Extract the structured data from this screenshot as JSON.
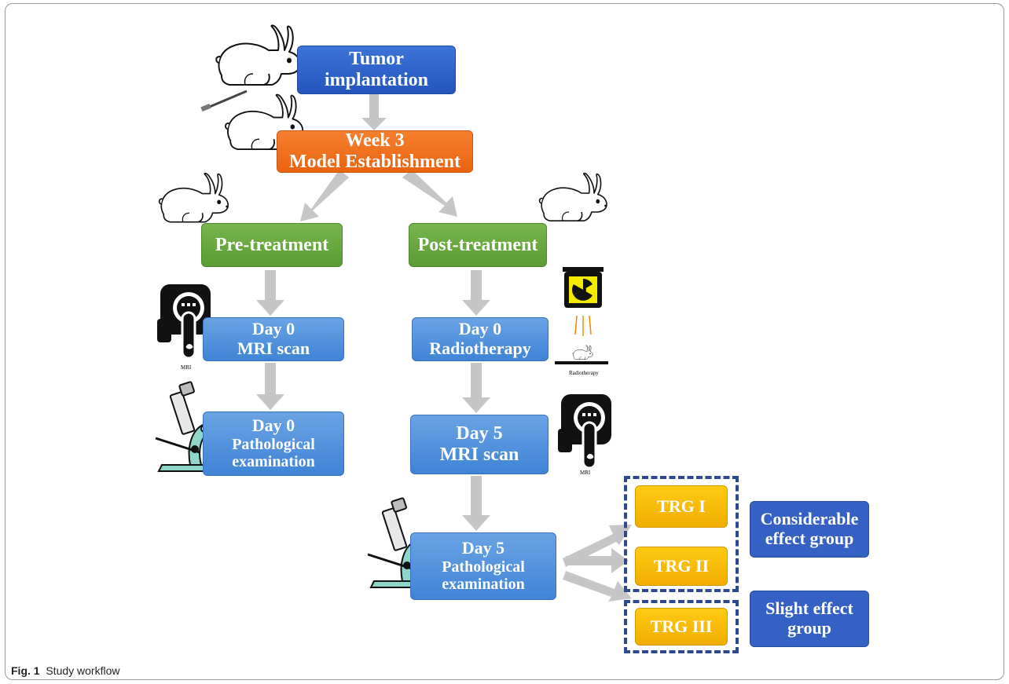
{
  "nodes": {
    "tumor": [
      "Tumor",
      "implantation"
    ],
    "week3": [
      "Week 3",
      "Model Establishment"
    ],
    "pre": "Pre-treatment",
    "post": "Post-treatment",
    "pre_mri": [
      "Day 0",
      "MRI scan"
    ],
    "pre_path": [
      "Day 0",
      "Pathological",
      "examination"
    ],
    "post_rt": [
      "Day 0",
      "Radiotherapy"
    ],
    "post_mri": [
      "Day 5",
      "MRI scan"
    ],
    "post_path": [
      "Day 5",
      "Pathological",
      "examination"
    ],
    "trg1": "TRG I",
    "trg2": "TRG II",
    "trg3": "TRG III",
    "group_considerable": [
      "Considerable",
      "effect group"
    ],
    "group_slight": [
      "Slight effect",
      "group"
    ]
  },
  "icon_labels": {
    "mri": "MRI",
    "radiotherapy": "Radiotherapy"
  },
  "caption": {
    "label": "Fig. 1",
    "text": "Study workflow"
  },
  "colors": {
    "dark_blue": "#2d5fc9",
    "orange": "#ef6d1a",
    "green": "#66a83e",
    "light_blue": "#4f90dc",
    "yellow": "#f9bb05",
    "navy": "#3561c4",
    "arrow": "#c6c6c6",
    "dash": "#2d4a8c"
  },
  "icons": [
    "rabbit-icon",
    "syringe-icon",
    "mri-scanner-icon",
    "radiation-icon",
    "microscope-icon"
  ]
}
